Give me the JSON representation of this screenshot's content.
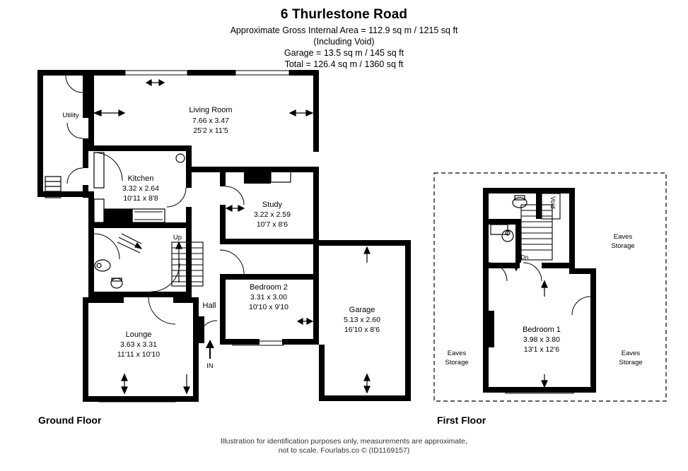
{
  "header": {
    "title": "6 Thurlestone Road",
    "line1": "Approximate Gross Internal Area = 112.9 sq m / 1215 sq ft",
    "line2": "(Including Void)",
    "line3": "Garage = 13.5 sq m / 145 sq ft",
    "line4": "Total = 126.4 sq m / 1360 sq ft"
  },
  "floors": {
    "ground_label": "Ground Floor",
    "first_label": "First Floor"
  },
  "footer": {
    "line1": "Illustration for identification purposes only, measurements are approximate,",
    "line2": "not to scale. Fourlabs.co © (ID1169157)"
  },
  "ground_floor": {
    "rooms": [
      {
        "name": "Utility",
        "dim_m": "",
        "dim_ft": ""
      },
      {
        "name": "Living Room",
        "dim_m": "7.66 x 3.47",
        "dim_ft": "25'2 x 11'5"
      },
      {
        "name": "Kitchen",
        "dim_m": "3.32 x 2.64",
        "dim_ft": "10'11 x 8'8"
      },
      {
        "name": "Study",
        "dim_m": "3.22 x 2.59",
        "dim_ft": "10'7 x 8'6"
      },
      {
        "name": "Bedroom 2",
        "dim_m": "3.31 x 3.00",
        "dim_ft": "10'10 x 9'10"
      },
      {
        "name": "Garage",
        "dim_m": "5.13 x 2.60",
        "dim_ft": "16'10 x 8'6"
      },
      {
        "name": "Lounge",
        "dim_m": "3.63 x 3.31",
        "dim_ft": "11'11 x 10'10"
      },
      {
        "name": "Hall",
        "dim_m": "",
        "dim_ft": ""
      }
    ],
    "markers": {
      "up": "Up",
      "entrance": "IN"
    }
  },
  "first_floor": {
    "rooms": [
      {
        "name": "Bedroom 1",
        "dim_m": "3.98 x 3.80",
        "dim_ft": "13'1 x 12'6"
      }
    ],
    "eaves_left": {
      "line1": "Eaves",
      "line2": "Storage"
    },
    "eaves_right_top": {
      "line1": "Eaves",
      "line2": "Storage"
    },
    "eaves_right_bottom": {
      "line1": "Eaves",
      "line2": "Storage"
    },
    "markers": {
      "down": "Dn",
      "void": "Void"
    }
  }
}
